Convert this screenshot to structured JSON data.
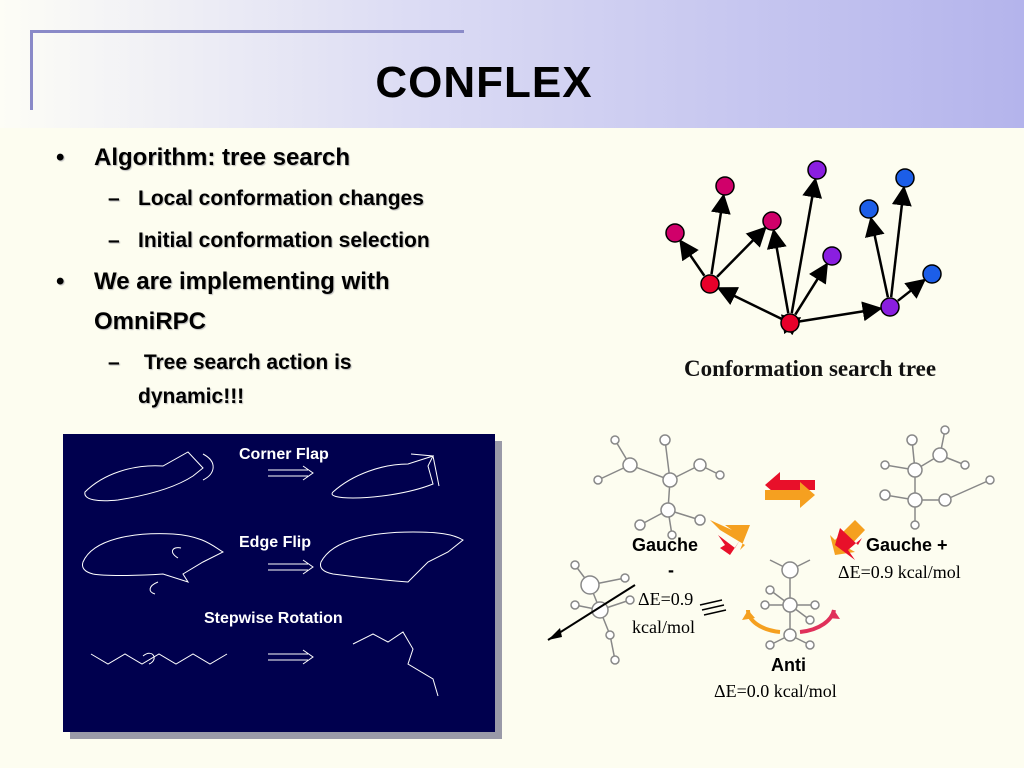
{
  "slide": {
    "title": "CONFLEX"
  },
  "bullets": [
    {
      "level": 1,
      "marker": "•",
      "text": "Algorithm: tree search"
    },
    {
      "level": 2,
      "marker": "–",
      "text": "Local conformation changes"
    },
    {
      "level": 2,
      "marker": "–",
      "text": "Initial conformation selection"
    },
    {
      "level": 1,
      "marker": "•",
      "text": "We are implementing with"
    },
    {
      "level": 1,
      "marker": "",
      "text": "OmniRPC"
    },
    {
      "level": 2,
      "marker": "–",
      "text": " Tree search action is"
    },
    {
      "level": 2,
      "marker": "",
      "text": "dynamic!!!"
    }
  ],
  "tree": {
    "caption": "Conformation search tree",
    "colors": {
      "red": "#e8002a",
      "magenta": "#d0006a",
      "purple": "#8a1ee0",
      "blue": "#1c5ee8"
    }
  },
  "panel": {
    "labels": {
      "corner_flap": "Corner Flap",
      "edge_flip": "Edge Flip",
      "stepwise_rotation": "Stepwise Rotation"
    }
  },
  "molecules": {
    "gauche_minus": {
      "name_line1": "Gauche",
      "name_line2": "-",
      "energy_line1": "ΔE=0.9",
      "energy_line2": "kcal/mol"
    },
    "gauche_plus": {
      "name": "Gauche +",
      "energy": "ΔE=0.9 kcal/mol"
    },
    "anti": {
      "name": "Anti",
      "energy": "ΔE=0.0 kcal/mol"
    }
  }
}
